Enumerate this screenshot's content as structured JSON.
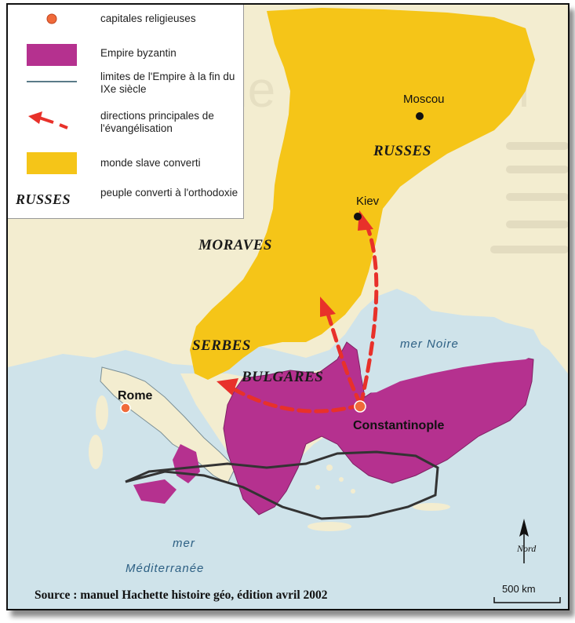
{
  "legend": {
    "items": [
      {
        "symbol": "red-dot",
        "text": "capitales religieuses"
      },
      {
        "symbol": "magenta-box",
        "text": "Empire byzantin"
      },
      {
        "symbol": "border-line",
        "text": "limites de l'Empire à la fin du IXe siècle"
      },
      {
        "symbol": "red-dashed-arrow",
        "text": "directions principales de l'évangélisation"
      },
      {
        "symbol": "yellow-box",
        "text": "monde slave converti"
      },
      {
        "symbol": "peoples-label",
        "sample": "RUSSES",
        "text": "peuple converti à l'orthodoxie"
      }
    ]
  },
  "map": {
    "peoples": [
      "RUSSES",
      "MORAVES",
      "SERBES",
      "BULGARES"
    ],
    "cities": {
      "moscou": "Moscou",
      "kiev": "Kiev",
      "rome": "Rome",
      "constantinople": "Constantinople"
    },
    "seas": {
      "noire": "mer Noire",
      "med_1": "mer",
      "med_2": "Méditerranée"
    },
    "background_text": "de Constantin"
  },
  "north_label": "Nord",
  "scale_label": "500 km",
  "source": "Source : manuel Hachette histoire géo, édition avril 2002",
  "colors": {
    "sea": "#cfe3ea",
    "land": "#f3edd0",
    "slavic": "#f5c518",
    "byzantine": "#b5318f",
    "arrows": "#e8312a",
    "border": "#333333"
  }
}
